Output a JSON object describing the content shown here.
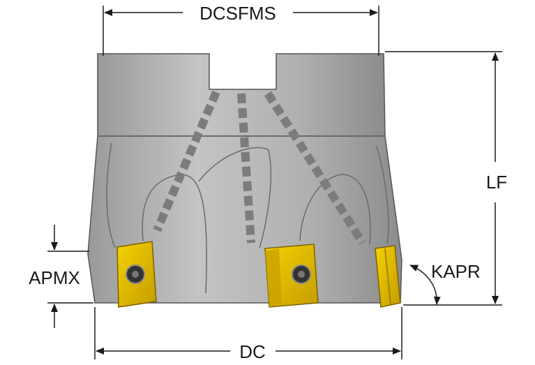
{
  "labels": {
    "dcsfms": "DCSFMS",
    "lf": "LF",
    "apmx": "APMX",
    "kapr": "KAPR",
    "dc": "DC"
  },
  "colors": {
    "body": "#b5b5b5",
    "body_dark": "#8e8e8e",
    "coolant_channel": "#8a8a8a",
    "insert": "#e0b800",
    "insert_dark": "#a88400",
    "screw": "#444444",
    "dimension_line": "#1a1a1a"
  },
  "icons": [
    "arrow-head-icon",
    "curved-arrow-icon",
    "screw-icon"
  ]
}
